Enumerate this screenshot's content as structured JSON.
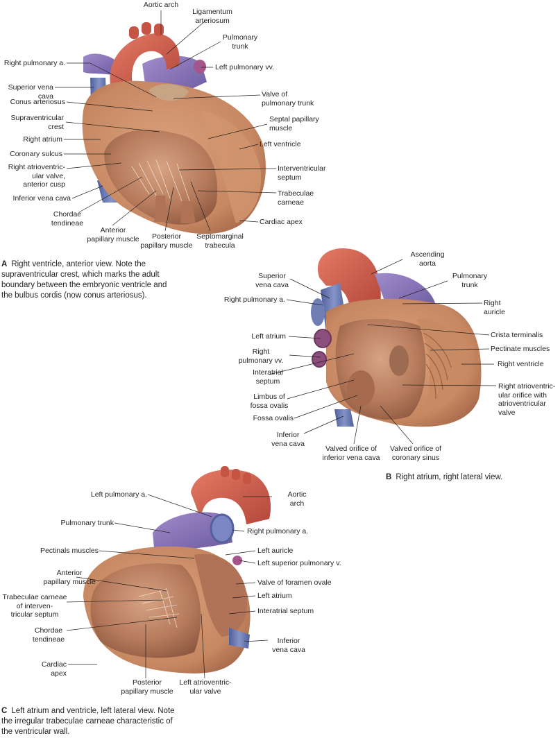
{
  "figure_a": {
    "letter": "A",
    "caption": "Right ventricle, anterior view. Note the supraventricular crest, which marks the adult boundary between the embryonic ventricle and the bulbus cordis (now conus arteriosus).",
    "labels": {
      "aortic_arch": "Aortic arch",
      "ligamentum_arteriosum": "Ligamentum\narteriosum",
      "pulmonary_trunk": "Pulmonary\ntrunk",
      "right_pulmonary_a": "Right pulmonary a.",
      "left_pulmonary_vv": "Left pulmonary vv.",
      "superior_vena_cava": "Superior vena cava",
      "valve_pulmonary_trunk": "Valve of\npulmonary trunk",
      "conus_arteriosus": "Conus arteriosus",
      "supraventricular_crest": "Supraventricular\ncrest",
      "septal_papillary_muscle": "Septal papillary\nmuscle",
      "right_atrium": "Right atrium",
      "left_ventricle": "Left ventricle",
      "coronary_sulcus": "Coronary sulcus",
      "right_av_valve": "Right atrioventric-\nular valve,\nanterior cusp",
      "interventricular_septum": "Interventricular\nseptum",
      "inferior_vena_cava": "Inferior vena cava",
      "trabeculae_carneae": "Trabeculae\ncarneae",
      "chordae_tendineae": "Chordae\ntendineae",
      "cardiac_apex": "Cardiac apex",
      "anterior_papillary_muscle": "Anterior\npapillary muscle",
      "posterior_papillary_muscle": "Posterior\npapillary muscle",
      "septomarginal_trabecula": "Septomarginal\ntrabecula"
    }
  },
  "figure_b": {
    "letter": "B",
    "caption": "Right atrium, right lateral view.",
    "labels": {
      "ascending_aorta": "Ascending\naorta",
      "superior_vena_cava": "Superior\nvena cava",
      "pulmonary_trunk": "Pulmonary\ntrunk",
      "right_pulmonary_a": "Right pulmonary a.",
      "right_auricle": "Right\nauricle",
      "left_atrium": "Left atrium",
      "crista_terminalis": "Crista terminalis",
      "pectinate_muscles": "Pectinate muscles",
      "right_pulmonary_vv": "Right\npulmonary vv.",
      "right_ventricle": "Right ventricle",
      "interatrial_septum": "Interatrial\nseptum",
      "right_av_orifice": "Right atrioventric-\nular orifice with\natrioventricular\nvalve",
      "limbus_fossa_ovalis": "Limbus of\nfossa ovalis",
      "fossa_ovalis": "Fossa ovalis",
      "inferior_vena_cava": "Inferior\nvena cava",
      "valved_orifice_ivc": "Valved orifice of\ninferior vena cava",
      "valved_orifice_cs": "Valved orifice of\ncoronary sinus"
    }
  },
  "figure_c": {
    "letter": "C",
    "caption": "Left atrium and ventricle, left lateral view. Note the irregular trabeculae carneae characteristic of the ventricular wall.",
    "labels": {
      "left_pulmonary_a": "Left pulmonary a.",
      "aortic_arch": "Aortic\narch",
      "pulmonary_trunk": "Pulmonary trunk",
      "right_pulmonary_a": "Right pulmonary a.",
      "pectinals_muscles": "Pectinals muscles",
      "left_auricle": "Left auricle",
      "left_superior_pulmonary_v": "Left superior pulmonary v.",
      "anterior_papillary_muscle": "Anterior\npapillary muscle",
      "valve_foramen_ovale": "Valve of foramen ovale",
      "trabeculae_carneae_septum": "Trabeculae carneae\nof interven-\ntricular septum",
      "left_atrium": "Left atrium",
      "interatrial_septum": "Interatrial septum",
      "chordae_tendineae": "Chordae\ntendineae",
      "inferior_vena_cava": "Inferior\nvena cava",
      "cardiac_apex": "Cardiac\napex",
      "posterior_papillary_muscle": "Posterior\npapillary muscle",
      "left_av_valve": "Left atrioventric-\nular valve"
    }
  },
  "colors": {
    "muscle": "#c98b66",
    "muscle_dark": "#a86a4c",
    "interior": "#b98264",
    "interior_dark": "#8f5b43",
    "aorta": "#cf5d4c",
    "vein_blue": "#6f7fb6",
    "pulmonary_purple": "#8c78b8",
    "pulmonary_vein": "#9b5a8c",
    "fat": "#dcc09a",
    "leader": "#231f20"
  }
}
